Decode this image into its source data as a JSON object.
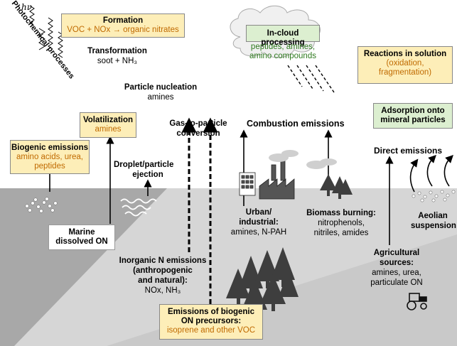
{
  "colors": {
    "yellow_box": "#fdeeb8",
    "green_box": "#dcefd0",
    "orange_text": "#c06a00",
    "ground": "#d6d6d6",
    "sea": "#a8a8a8"
  },
  "photochem": {
    "hv": "hν",
    "label": "Photochemical processes"
  },
  "formation": {
    "title": "Formation",
    "text": "VOC + NOx → organic nitrates"
  },
  "transformation": {
    "title": "Transformation",
    "text": "soot + NH₃"
  },
  "nucleation": {
    "title": "Particle nucleation",
    "text": "amines"
  },
  "cloud": {
    "title": "In-cloud processing",
    "line1": "peptides, amines,",
    "line2": "amino compounds"
  },
  "solution": {
    "title": "Reactions in solution",
    "line1": "(oxidation,",
    "line2": "fragmentation)"
  },
  "adsorption": {
    "line1": "Adsorption onto",
    "line2": "mineral particles"
  },
  "volatilization": {
    "title": "Volatilization",
    "text": "amines"
  },
  "gas_particle": {
    "line1": "Gas-to-particle",
    "line2": "conversion"
  },
  "combustion": "Combustion emissions",
  "direct": "Direct emissions",
  "biogenic": {
    "title": "Biogenic emissions",
    "line1": "amino acids, urea,",
    "line2": "peptides"
  },
  "droplet": {
    "line1": "Droplet/particle",
    "line2": "ejection"
  },
  "marine": {
    "line1": "Marine",
    "line2": "dissolved ON"
  },
  "urban": {
    "line1": "Urban/",
    "line2": "industrial:",
    "line3": "amines, N-PAH"
  },
  "biomass": {
    "title": "Biomass burning:",
    "line1": "nitrophenols,",
    "line2": "nitriles, amides"
  },
  "aeolian": {
    "line1": "Aeolian",
    "line2": "suspension"
  },
  "agricultural": {
    "line1": "Agricultural",
    "line2": "sources:",
    "line3": "amines, urea,",
    "line4": "particulate ON"
  },
  "inorganic": {
    "line1": "Inorganic N emissions",
    "line2": "(anthropogenic",
    "line3": "and natural):",
    "line4": "NOx, NH₃"
  },
  "precursors": {
    "line1": "Emissions of biogenic",
    "line2": "ON precursors:",
    "line3": "isoprene and other VOC"
  }
}
